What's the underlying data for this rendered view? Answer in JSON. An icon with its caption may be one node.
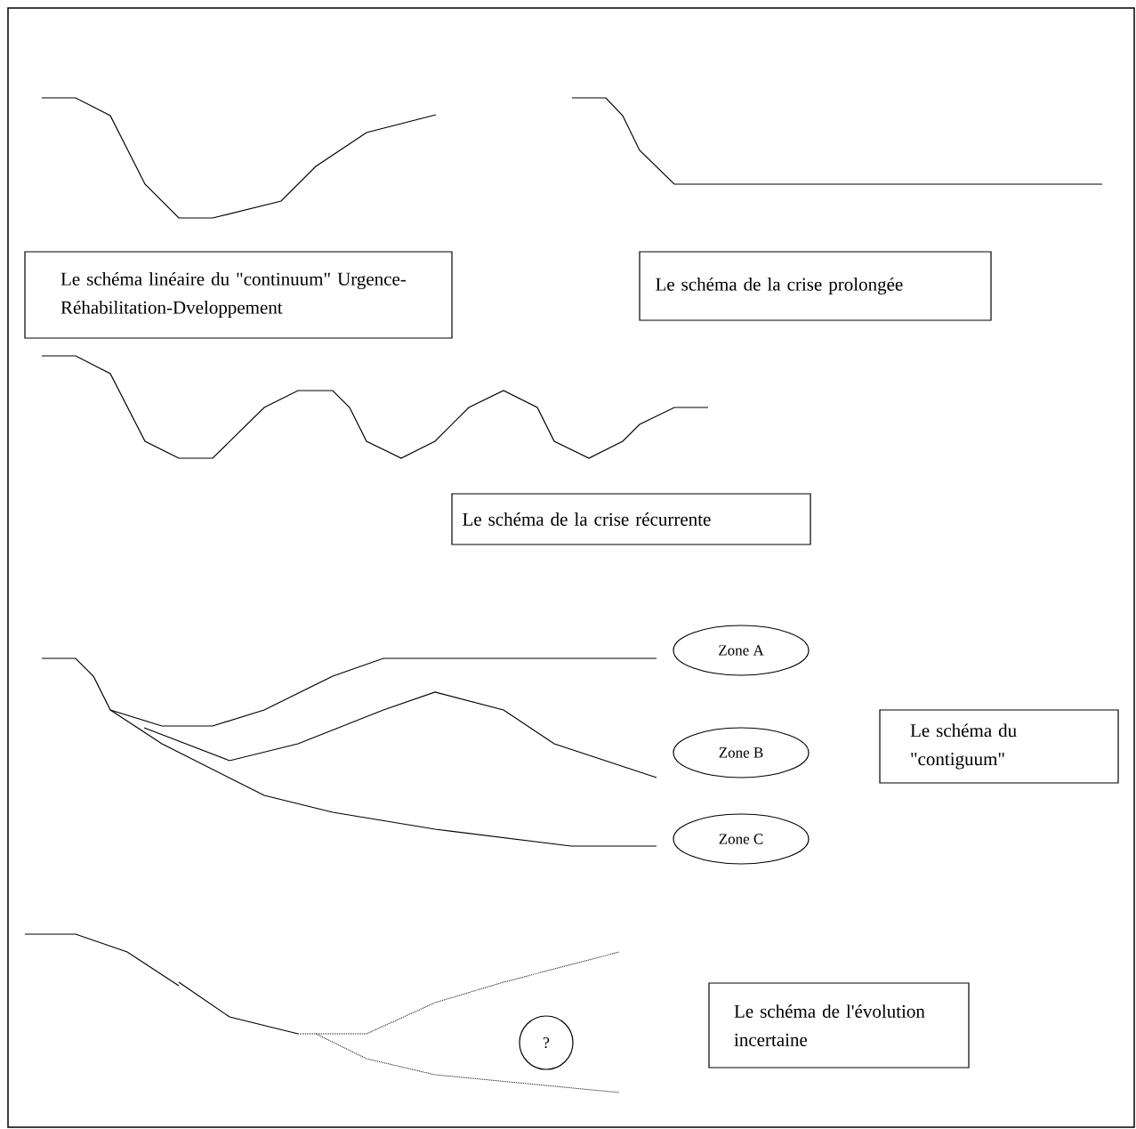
{
  "diagram": {
    "nodes": [
      {
        "text": [
          "Le schéma linéaire du \"continuum\" Urgence-Réhabilitation-Dveloppement"
        ]
      },
      {
        "text": [
          "Le schéma de la crise prolongée"
        ]
      },
      {
        "text": [
          "Le schéma de la crise récurrente"
        ]
      },
      {
        "text": [
          "Zone A"
        ]
      },
      {
        "text": [
          "Le schéma du \"contiguum\""
        ]
      },
      {
        "text": [
          "Zone B"
        ]
      },
      {
        "text": [
          "Zone C"
        ]
      },
      {
        "text": [
          "Le schéma de l'évolution incertaine"
        ]
      },
      {
        "text": [
          "?"
        ]
      }
    ]
  }
}
